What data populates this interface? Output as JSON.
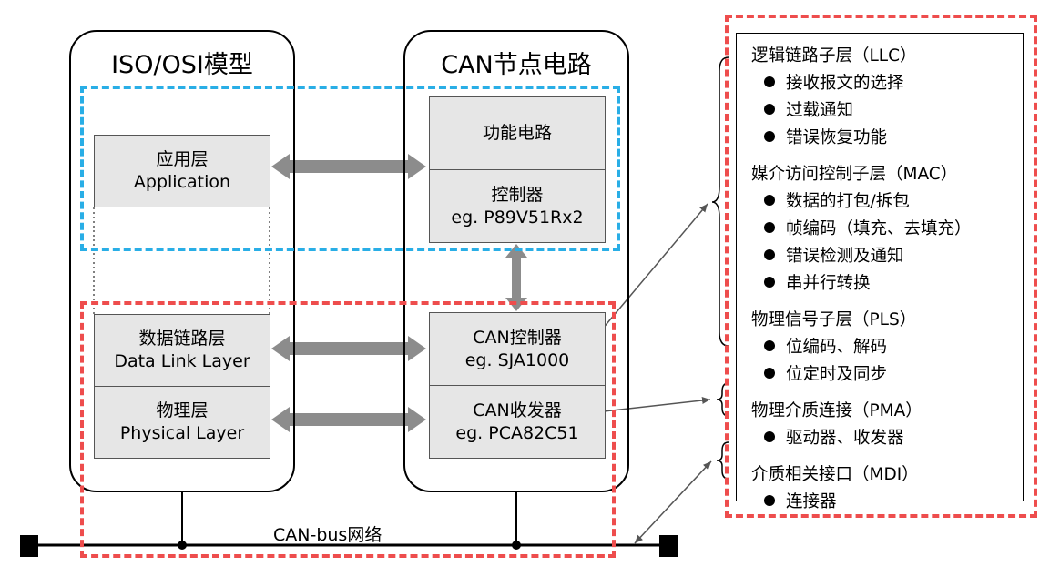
{
  "left_column": {
    "title": "ISO/OSI模型"
  },
  "right_column": {
    "title": "CAN节点电路"
  },
  "left_boxes": {
    "app_zh": "应用层",
    "app_en": "Application",
    "dll_zh": "数据链路层",
    "dll_en": "Data Link Layer",
    "phy_zh": "物理层",
    "phy_en": "Physical Layer"
  },
  "right_boxes": {
    "func": "功能电路",
    "mcu_zh": "控制器",
    "mcu_en": "eg. P89V51Rx2",
    "canctl_zh": "CAN控制器",
    "canctl_en": "eg. SJA1000",
    "xcvr_zh": "CAN收发器",
    "xcvr_en": "eg. PCA82C51"
  },
  "bus_label": "CAN-bus网络",
  "panel": {
    "groups": [
      {
        "title": "逻辑链路子层（LLC）",
        "items": [
          "接收报文的选择",
          "过载通知",
          "错误恢复功能"
        ]
      },
      {
        "title": "媒介访问控制子层（MAC）",
        "items": [
          "数据的打包/拆包",
          "帧编码（填充、去填充）",
          "错误检测及通知",
          "串并行转换"
        ]
      },
      {
        "title": "物理信号子层（PLS）",
        "items": [
          "位编码、解码",
          "位定时及同步"
        ]
      },
      {
        "title": "物理介质连接（PMA）",
        "items": [
          "驱动器、收发器"
        ]
      },
      {
        "title": "介质相关接口（MDI）",
        "items": [
          "连接器"
        ]
      }
    ]
  },
  "colors": {
    "blue_dash": "#29aee6",
    "red_dash": "#ee4d4d",
    "box_fill": "#e6e6e6",
    "arrow_gray": "#8c8c8c"
  }
}
